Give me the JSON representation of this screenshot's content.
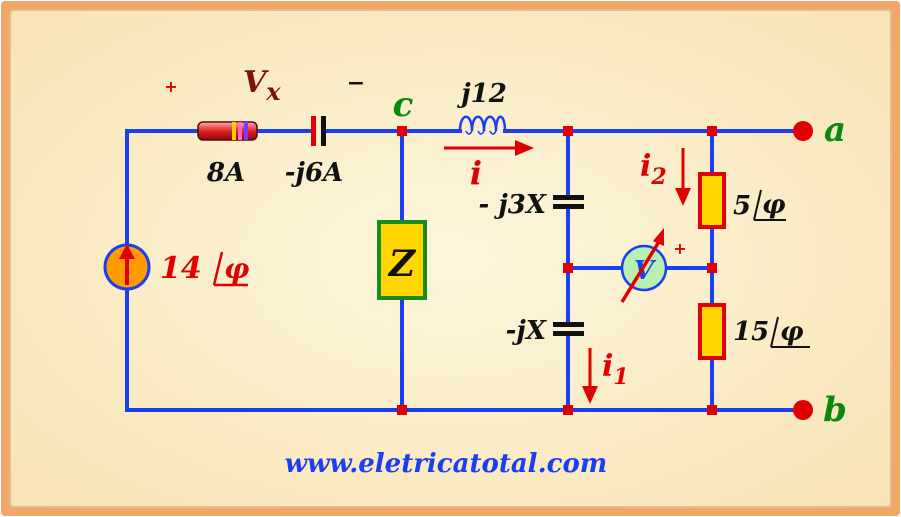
{
  "colors": {
    "wire": "#1a3ff0",
    "node": "#e00000",
    "green": "#0a8a0a",
    "red": "#e01010",
    "dark_red": "#7a1010",
    "frame": "#f2b27a",
    "panel": "#fbefc8",
    "resistor_fill": "#ffd600",
    "z_border": "#1a8a1a",
    "source_fill": "#ff9a00",
    "meter_fill": "#b8f0b0",
    "url": "#1a3ff0"
  },
  "labels": {
    "vx_v": "V",
    "vx_x": "x",
    "plus_left": "+",
    "minus_right": "−",
    "resistor_value": "8A",
    "capacitor_value": "-j6A",
    "node_c": "c",
    "inductor_value": "j12",
    "current_i": "i",
    "cap_top_value": "- j3X",
    "cap_bottom_value": "-jX",
    "current_i1_main": "i",
    "current_i1_sub": "1",
    "current_i2_main": "i",
    "current_i2_sub": "2",
    "z_label": "Z",
    "source_value": "14",
    "r_top_value": "5",
    "r_bottom_value": "15",
    "phi": "φ",
    "voltmeter": "V",
    "voltmeter_plus": "+",
    "terminal_a": "a",
    "terminal_b": "b",
    "website": "www.eletricatotal.com"
  }
}
